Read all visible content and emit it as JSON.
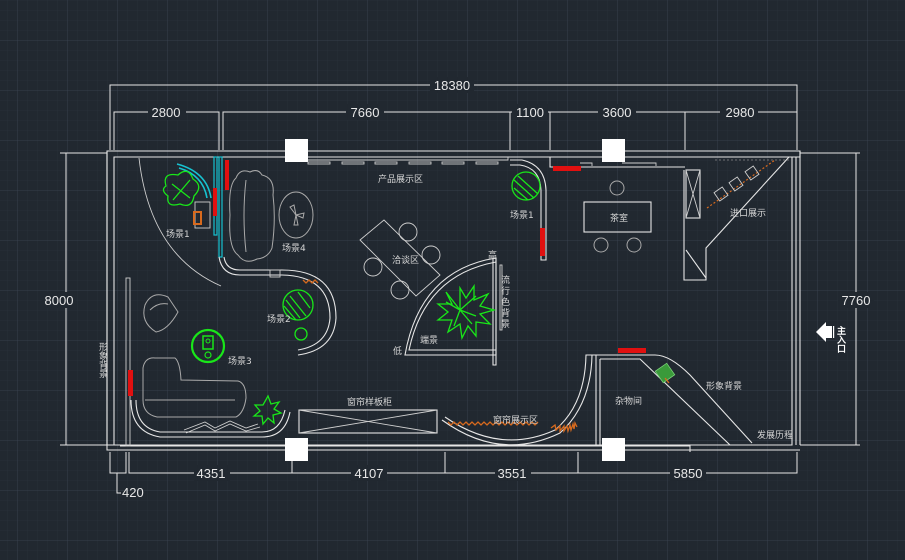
{
  "app": "CAD floor plan viewer",
  "colors": {
    "background": "#212830",
    "wall": "#e6e6e6",
    "plant_green": "#19e619",
    "glass_cyan": "#17c2d0",
    "light_red": "#e11010",
    "curtain_orange": "#d76a1e"
  },
  "dimensions": {
    "overall_width": "18380",
    "top_segments": [
      "2800",
      "7660",
      "1100",
      "3600",
      "2980"
    ],
    "bottom_segments": [
      "4351",
      "4107",
      "3551",
      "5850"
    ],
    "bottom_offset": "420",
    "left_height": "8000",
    "right_height": "7760"
  },
  "zones": {
    "product_display": "产品展示区",
    "scene1_left": "场景1",
    "scene1_right": "场景1",
    "scene2": "场景2",
    "scene3": "场景3",
    "scene4": "场景4",
    "negotiation": "洽谈区",
    "landscape": "端景",
    "high": "高",
    "low": "低",
    "trend_background": "流行色背景",
    "tea_room": "茶室",
    "import_display": "进口展示",
    "image_background_left": "形象背景",
    "image_background_right": "形象背景",
    "curtain_sample_cabinet": "窗帘样板柜",
    "curtain_display": "窗帘展示区",
    "storage": "杂物间",
    "history": "发展历程",
    "main_entrance": "主入口"
  }
}
